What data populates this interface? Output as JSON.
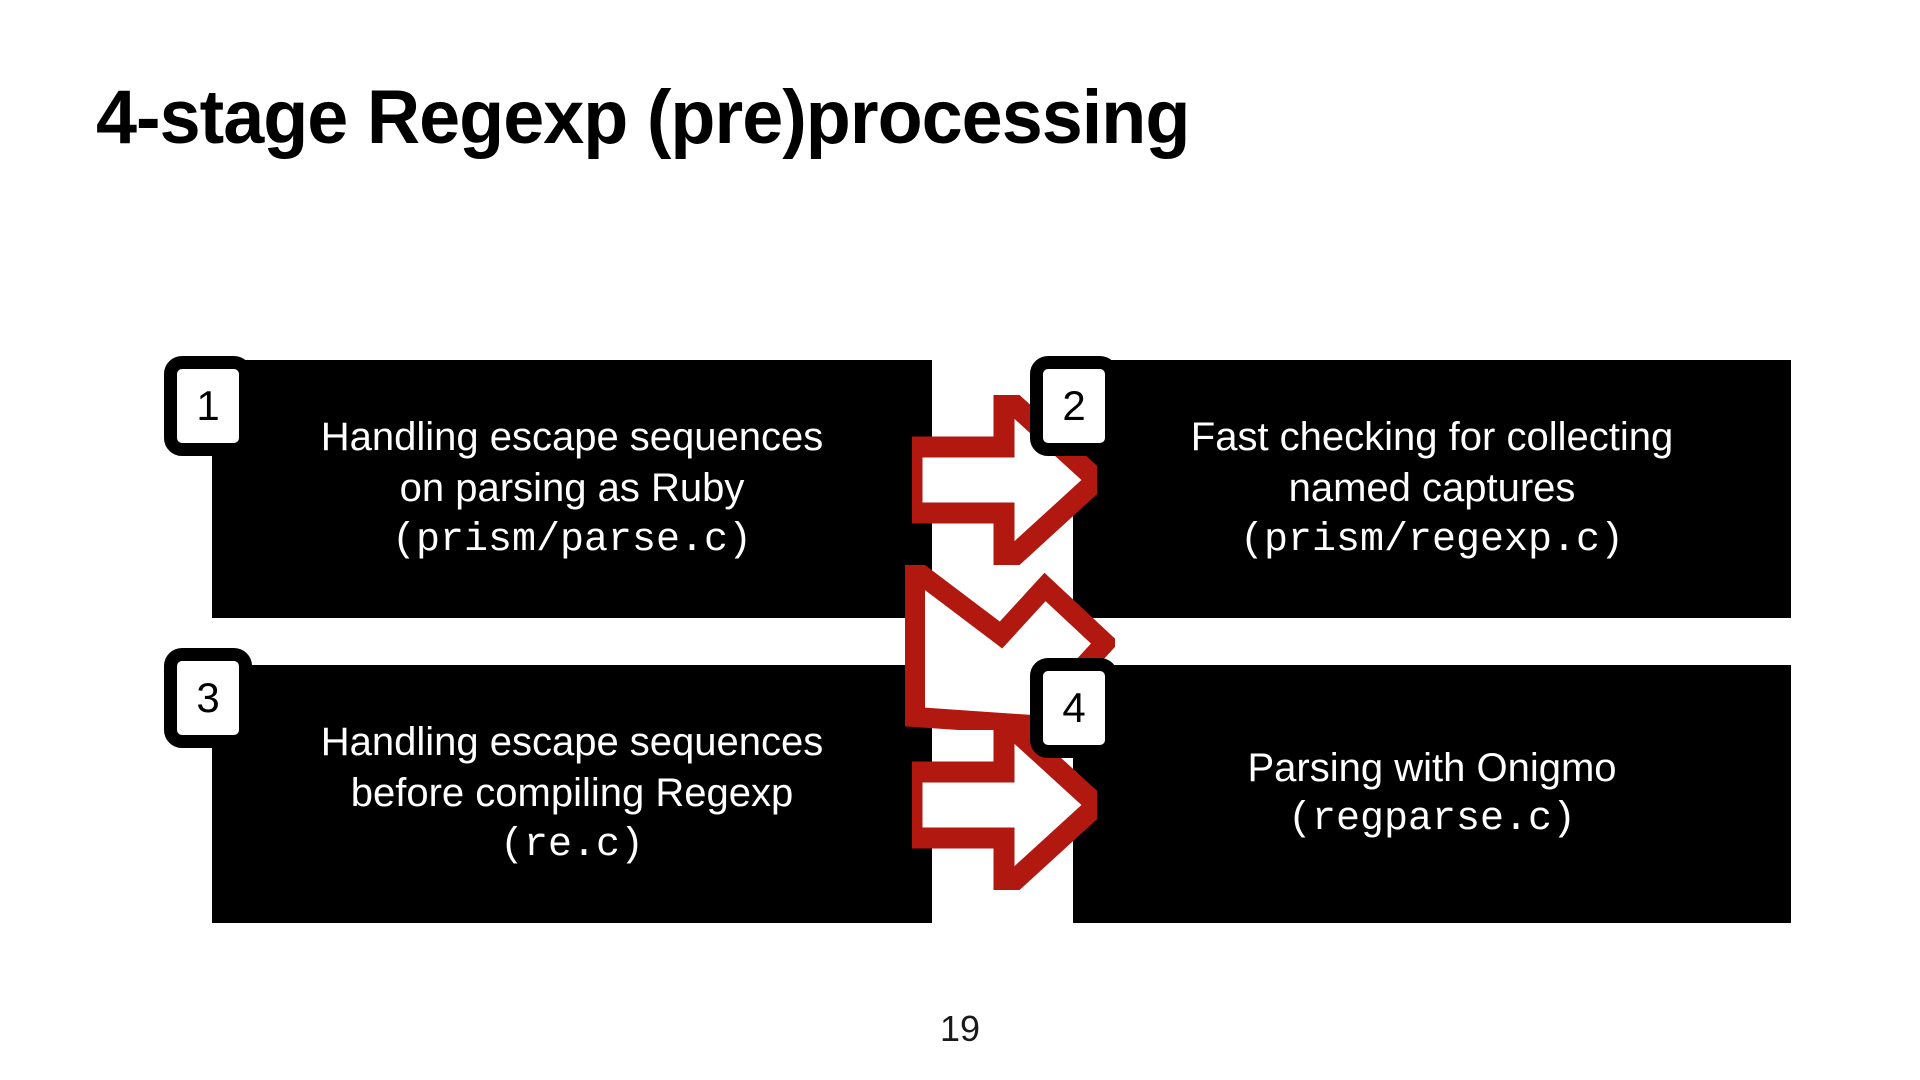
{
  "slide": {
    "title": "4-stage Regexp (pre)processing",
    "page_number": "19",
    "background_color": "#ffffff",
    "box_color": "#000000",
    "box_text_color": "#ffffff",
    "arrow_color": "#b01810",
    "arrow_fill_color": "#ffffff",
    "badge_text_color": "#000000"
  },
  "stages": [
    {
      "number": "1",
      "lines": [
        "Handling escape sequences",
        "on parsing as Ruby"
      ],
      "file": "(prism/parse.c)"
    },
    {
      "number": "2",
      "lines": [
        "Fast checking for collecting",
        "named captures"
      ],
      "file": "(prism/regexp.c)"
    },
    {
      "number": "3",
      "lines": [
        "Handling escape sequences",
        "before compiling Regexp"
      ],
      "file": "(re.c)"
    },
    {
      "number": "4",
      "lines": [
        "Parsing with Onigmo"
      ],
      "file": "(regparse.c)"
    }
  ],
  "arrows": [
    {
      "id": "arrow-1-2",
      "from": "1",
      "to": "2",
      "direction": "right"
    },
    {
      "id": "arrow-2-3",
      "from": "2",
      "to": "3",
      "direction": "wrap-down-left"
    },
    {
      "id": "arrow-3-4",
      "from": "3",
      "to": "4",
      "direction": "right"
    }
  ]
}
